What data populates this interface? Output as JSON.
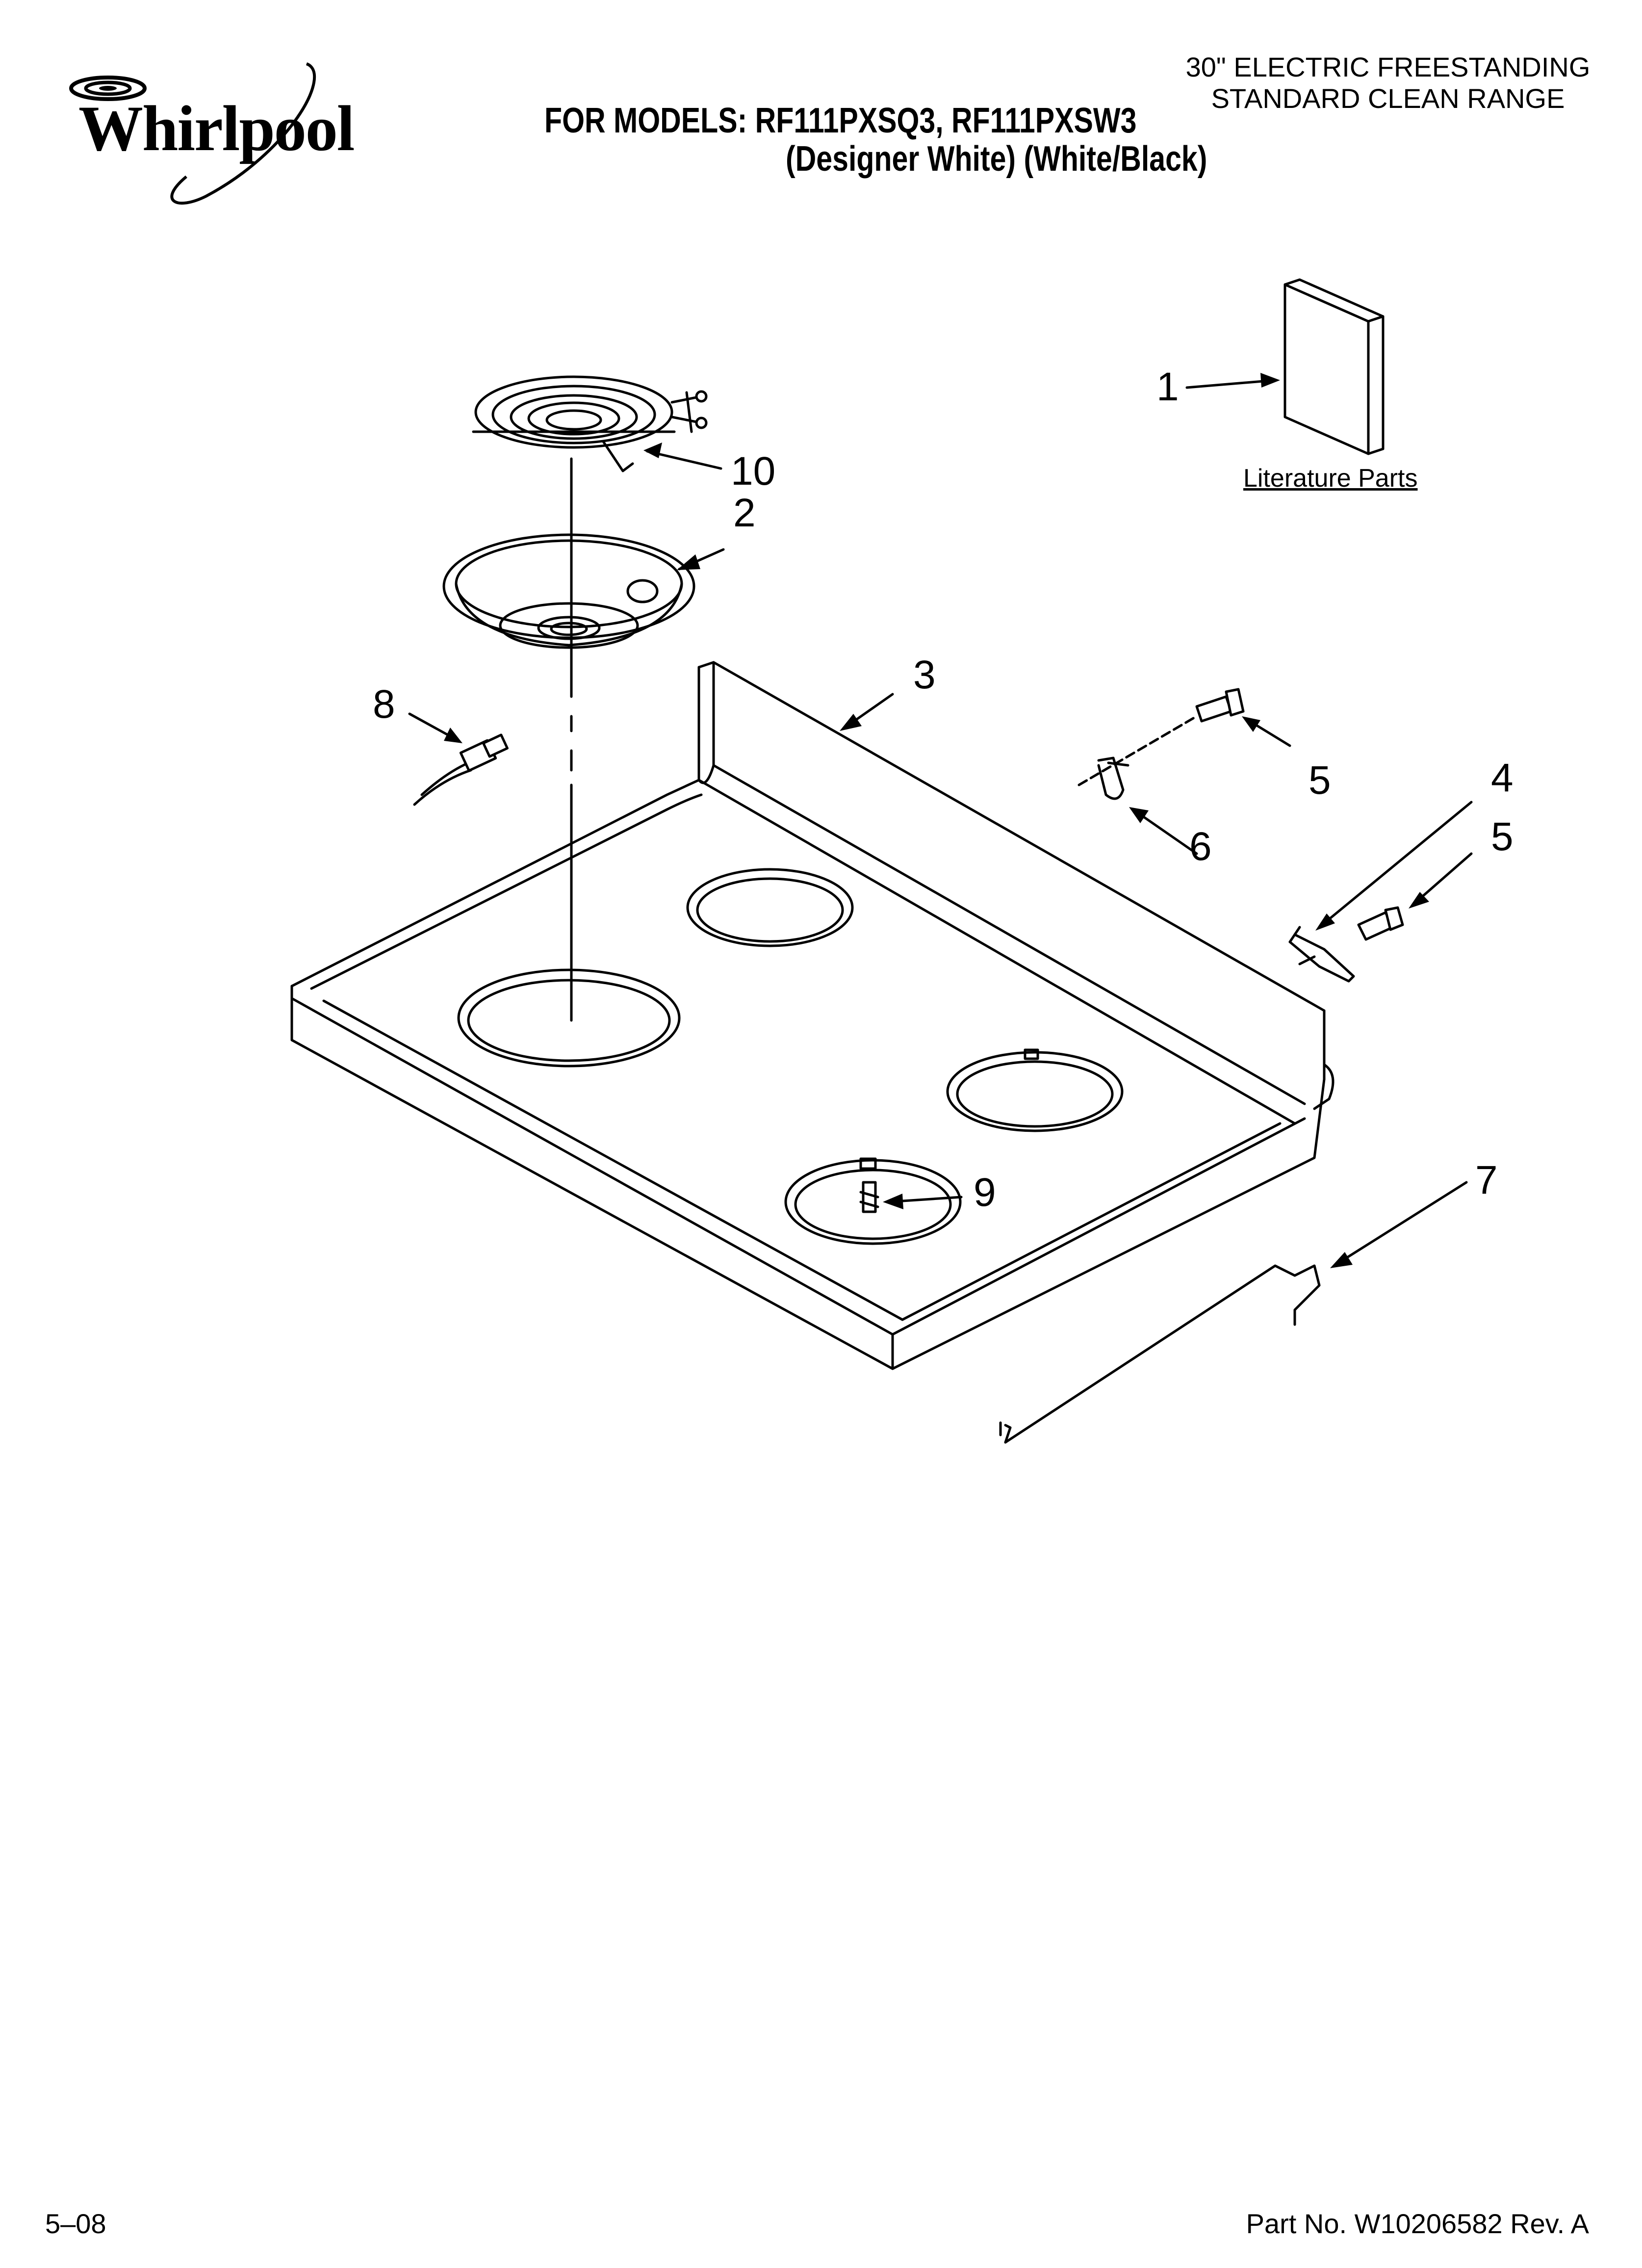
{
  "brand": {
    "name": "Whirlpool"
  },
  "header": {
    "models_line": "FOR MODELS: RF111PXSQ3, RF111PXSW3",
    "colors_line": "(Designer White) (White/Black)",
    "product_line1": "30\" ELECTRIC FREESTANDING",
    "product_line2": "STANDARD CLEAN RANGE"
  },
  "literature": {
    "label": "Literature Parts"
  },
  "callouts": [
    "1",
    "2",
    "3",
    "4",
    "5",
    "5",
    "6",
    "7",
    "8",
    "9",
    "10"
  ],
  "footer": {
    "date": "5–08",
    "part_number": "Part No. W10206582 Rev. A"
  }
}
